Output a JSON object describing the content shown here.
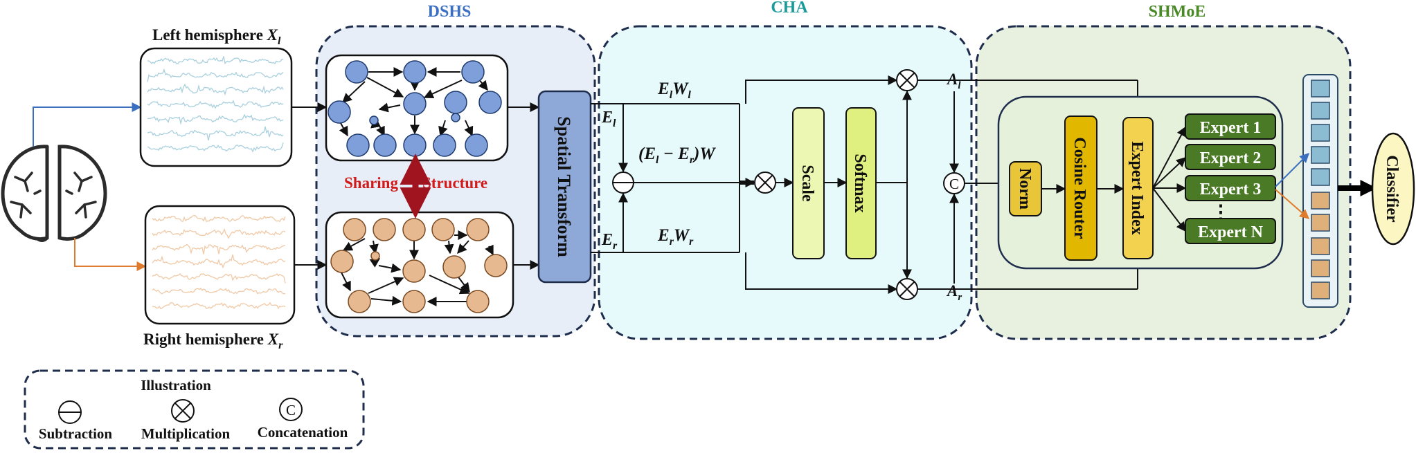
{
  "modules": {
    "dshs": "DSHS",
    "cha": "CHA",
    "shmoe": "SHMoE"
  },
  "colors": {
    "dshs_panel": "#e7eef8",
    "cha_panel": "#e6fafb",
    "shmoe_panel": "#e8f1e0",
    "dshs_title": "#3b6fc4",
    "cha_title": "#1a9a9a",
    "shmoe_title": "#4a8a26",
    "left_node": "#7f9fdb",
    "right_node": "#e6b990",
    "sharing": "#d11a1a",
    "double_arrow": "#a01420",
    "spatial": "#8ea8d8",
    "scale": "#ebf7b2",
    "softmax": "#dfef80",
    "norm": "#e9c638",
    "cosine": "#e2b700",
    "expert_index": "#f2d24e",
    "expert": "#4a7a26",
    "token_blue": "#8bbcd2",
    "token_orange": "#e0b07a",
    "classifier": "#fbf6c2",
    "left_signal": "#a9d0de",
    "right_signal": "#f0c9a6"
  },
  "inputs": {
    "left_hemisphere": "Left hemisphere",
    "left_symbol": "X",
    "left_sub": "l",
    "right_hemisphere": "Right hemisphere",
    "right_symbol": "X",
    "right_sub": "r"
  },
  "dshs": {
    "sharing": "Sharing",
    "structure": "Structure",
    "spatial_transform": "Spatial Transform"
  },
  "cha": {
    "el_symbol": "E",
    "el_sub": "l",
    "er_symbol": "E",
    "er_sub": "r",
    "elwl_main": "E",
    "elwl_sub1": "l",
    "elwl_w": "W",
    "elwl_sub2": "l",
    "diff_open": "(",
    "diff_e1": "E",
    "diff_sub1": "l",
    "diff_minus": " − ",
    "diff_e2": "E",
    "diff_sub2": "r",
    "diff_close": ")",
    "diff_w": "W",
    "erwr_main": "E",
    "erwr_sub1": "r",
    "erwr_w": "W",
    "erwr_sub2": "r",
    "scale": "Scale",
    "softmax": "Softmax",
    "al_symbol": "A",
    "al_sub": "l",
    "ar_symbol": "A",
    "ar_sub": "r",
    "concat_glyph": "C"
  },
  "shmoe": {
    "norm": "Norm",
    "cosine_router": "Cosine Router",
    "expert_index": "Expert Index",
    "experts": [
      "Expert 1",
      "Expert 2",
      "Expert 3",
      "Expert N"
    ],
    "ellipsis": "⋮",
    "classifier": "Classifier"
  },
  "legend": {
    "title": "Illustration",
    "subtraction": "Subtraction",
    "multiplication": "Multiplication",
    "concatenation": "Concatenation",
    "concat_glyph": "C"
  }
}
